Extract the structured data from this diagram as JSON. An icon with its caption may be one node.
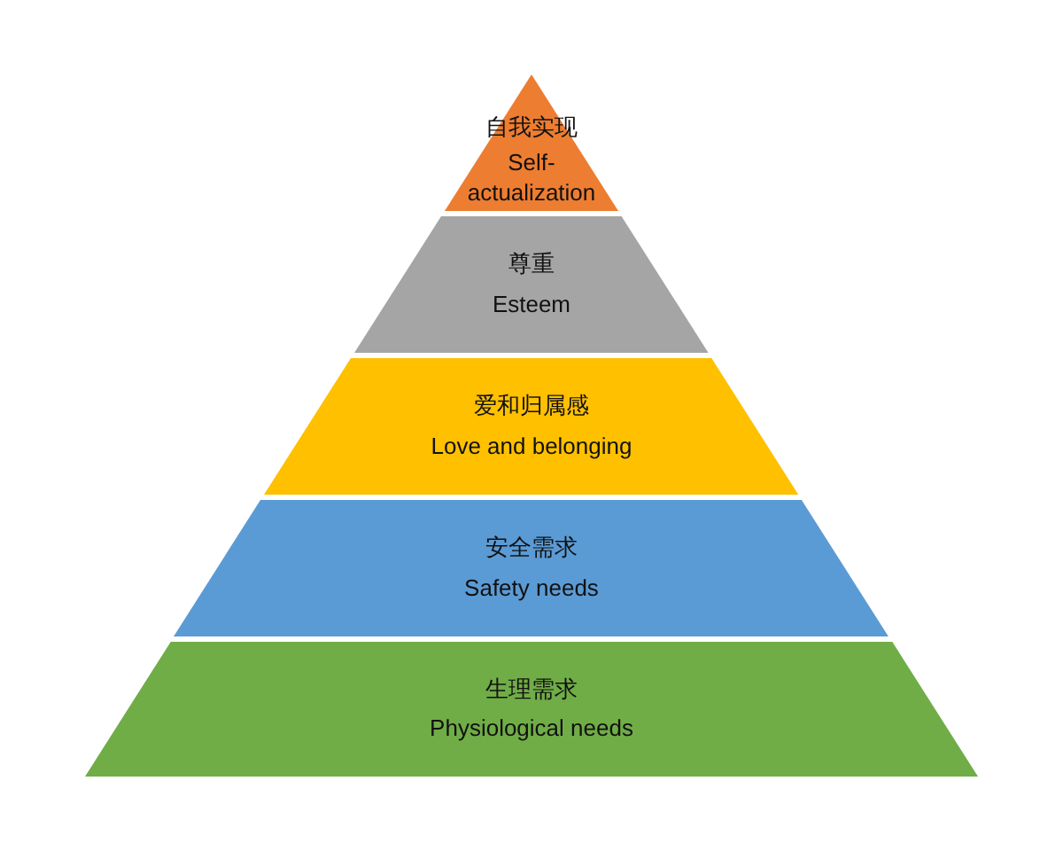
{
  "diagram": {
    "nodes": [
      {
        "text": [
          "自我实现",
          "Self-actualization"
        ]
      },
      {
        "text": [
          "尊重",
          "Esteem"
        ]
      },
      {
        "text": [
          "爱和归属感",
          "Love and belonging"
        ]
      },
      {
        "text": [
          "安全需求",
          "Safety needs"
        ]
      },
      {
        "text": [
          "生理需求",
          "Physiological needs"
        ]
      }
    ]
  }
}
